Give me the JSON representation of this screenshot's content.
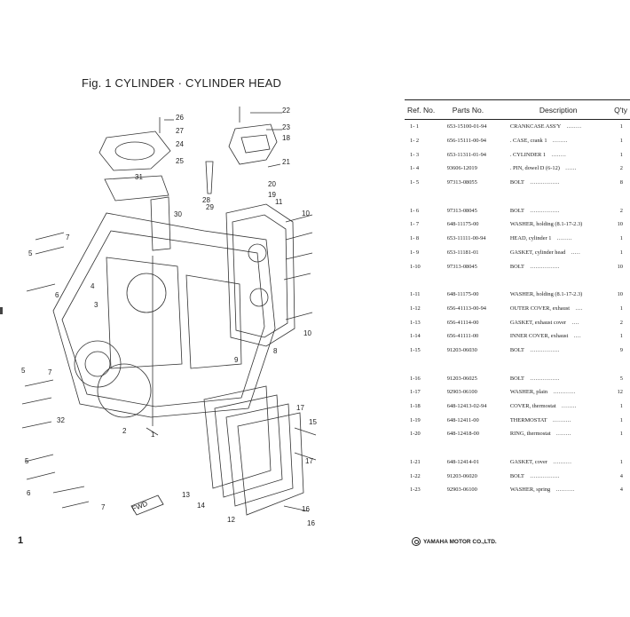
{
  "figure": {
    "title": "Fig. 1   CYLINDER · CYLINDER HEAD",
    "page_number": "1",
    "callouts": [
      "26",
      "27",
      "24",
      "25",
      "31",
      "22",
      "23",
      "18",
      "21",
      "20",
      "19",
      "11",
      "10",
      "28",
      "29",
      "30",
      "7",
      "5",
      "4",
      "6",
      "3",
      "9",
      "8",
      "2",
      "1",
      "10",
      "5",
      "7",
      "17",
      "15",
      "17",
      "16",
      "13",
      "14",
      "12",
      "16",
      "32",
      "5",
      "6",
      "7",
      "FWD"
    ]
  },
  "table": {
    "headers": {
      "ref": "Ref. No.",
      "parts": "Parts No.",
      "desc": "Description",
      "qty": "Q'ty"
    },
    "groups": [
      [
        {
          "ref": "1- 1",
          "parts": "653-15100-01-94",
          "desc": "CRANKCASE ASS'Y",
          "dots": "........",
          "qty": "1"
        },
        {
          "ref": "1- 2",
          "parts": "656-15111-00-94",
          "desc": ". CASE, crank 1",
          "dots": "........",
          "qty": "1"
        },
        {
          "ref": "1- 3",
          "parts": "653-11311-01-94",
          "desc": ". CYLINDER 1",
          "dots": "........",
          "qty": "1"
        },
        {
          "ref": "1- 4",
          "parts": "93606-12019",
          "desc": ". PIN, dowel D (6-12)",
          "dots": "......",
          "qty": "2"
        },
        {
          "ref": "1- 5",
          "parts": "97313-08055",
          "desc": "BOLT",
          "dots": "................",
          "qty": "8"
        }
      ],
      [
        {
          "ref": "1- 6",
          "parts": "97313-08045",
          "desc": "BOLT",
          "dots": "................",
          "qty": "2"
        },
        {
          "ref": "1- 7",
          "parts": "648-11175-00",
          "desc": "WASHER, holding (8.1-17-2.3)",
          "dots": "",
          "qty": "10"
        },
        {
          "ref": "1- 8",
          "parts": "653-11111-00-94",
          "desc": "HEAD, cylinder 1",
          "dots": "........",
          "qty": "1"
        },
        {
          "ref": "1- 9",
          "parts": "653-11181-01",
          "desc": "GASKET, cylinder head",
          "dots": ".....",
          "qty": "1"
        },
        {
          "ref": "1-10",
          "parts": "97313-08045",
          "desc": "BOLT",
          "dots": "................",
          "qty": "10"
        }
      ],
      [
        {
          "ref": "1-11",
          "parts": "648-11175-00",
          "desc": "WASHER, holding (8.1-17-2.3)",
          "dots": "",
          "qty": "10"
        },
        {
          "ref": "1-12",
          "parts": "656-41113-00-94",
          "desc": "OUTER COVER, exhaust",
          "dots": "....",
          "qty": "1"
        },
        {
          "ref": "1-13",
          "parts": "656-41114-00",
          "desc": "GASKET, exhaust cover",
          "dots": "....",
          "qty": "2"
        },
        {
          "ref": "1-14",
          "parts": "656-41111-00",
          "desc": "INNER COVER, exhaust",
          "dots": "....",
          "qty": "1"
        },
        {
          "ref": "1-15",
          "parts": "91203-06030",
          "desc": "BOLT",
          "dots": "................",
          "qty": "9"
        }
      ],
      [
        {
          "ref": "1-16",
          "parts": "91203-06025",
          "desc": "BOLT",
          "dots": "................",
          "qty": "5"
        },
        {
          "ref": "1-17",
          "parts": "92903-06100",
          "desc": "WASHER, plain",
          "dots": "............",
          "qty": "12"
        },
        {
          "ref": "1-18",
          "parts": "648-12413-02-94",
          "desc": "COVER, thermostat",
          "dots": "........",
          "qty": "1"
        },
        {
          "ref": "1-19",
          "parts": "648-12411-00",
          "desc": "THERMOSTAT",
          "dots": "..........",
          "qty": "1"
        },
        {
          "ref": "1-20",
          "parts": "648-12418-00",
          "desc": "RING, thermostat",
          "dots": "........",
          "qty": "1"
        }
      ],
      [
        {
          "ref": "1-21",
          "parts": "648-12414-01",
          "desc": "GASKET, cover",
          "dots": "..........",
          "qty": "1"
        },
        {
          "ref": "1-22",
          "parts": "91203-06020",
          "desc": "BOLT",
          "dots": "................",
          "qty": "4"
        },
        {
          "ref": "1-23",
          "parts": "92903-06100",
          "desc": "WASHER, spring",
          "dots": "..........",
          "qty": "4"
        }
      ]
    ]
  },
  "brand": {
    "name": "YAMAHA MOTOR CO.,LTD.",
    "logo_icon": "yamaha-tuning-fork-logo"
  },
  "colors": {
    "ink": "#1a1a1a",
    "paper": "#ffffff"
  }
}
